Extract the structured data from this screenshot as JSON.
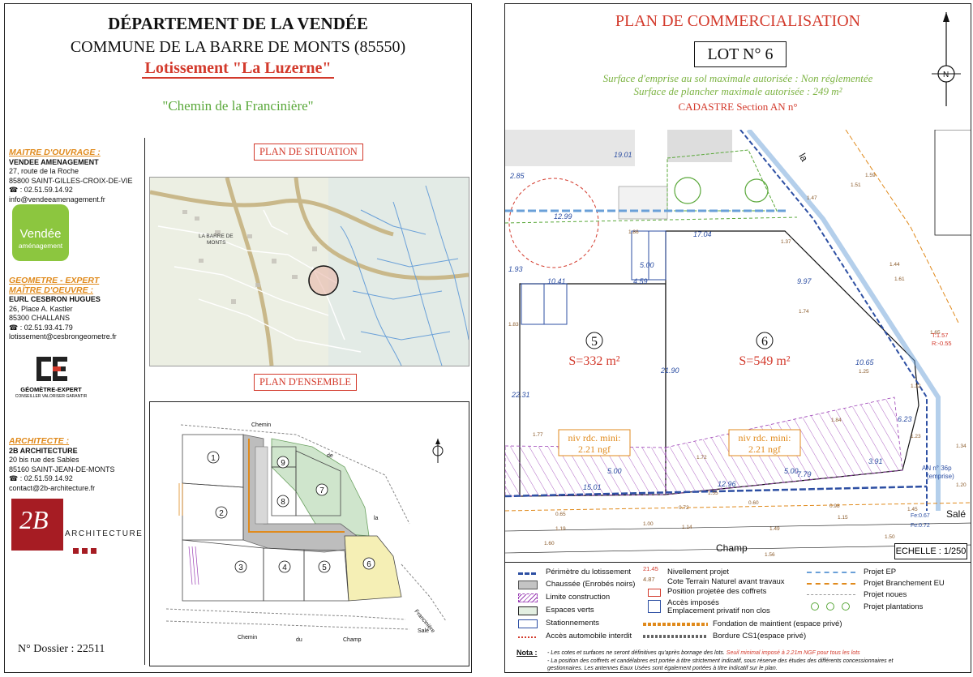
{
  "left": {
    "header": {
      "department": "DÉPARTEMENT DE LA VENDÉE",
      "commune": "COMMUNE DE LA BARRE DE MONTS (85550)",
      "lotissement": "Lotissement \"La  Luzerne\"",
      "chemin": "\"Chemin de la Francinière\""
    },
    "maitre_ouvrage": {
      "heading": "MAITRE D'OUVRAGE :",
      "name": "VENDEE AMENAGEMENT",
      "address1": "27, route de la Roche",
      "address2": "85800 SAINT-GILLES-CROIX-DE-VIE",
      "phone": ": 02.51.59.14.92",
      "email": "info@vendeeamenagement.fr",
      "logo_line1": "Vendée",
      "logo_line2": "aménagement"
    },
    "geometre": {
      "heading1": "GEOMETRE - EXPERT",
      "heading2": "MAÎTRE D'OEUVRE :",
      "name": "EURL CESBRON HUGUES",
      "address1": "26, Place A. Kastler",
      "address2": "85300 CHALLANS",
      "phone": ": 02.51.93.41.79",
      "email": "lotissement@cesbrongeometre.fr",
      "logo_line1": "GÉOMÈTRE-EXPERT",
      "logo_line2": "CONSEILLER VALORISER GARANTIR"
    },
    "architecte": {
      "heading": "ARCHITECTE  :",
      "name": "2B ARCHITECTURE",
      "address1": "20 bis rue des Sables",
      "address2": "85160 SAINT-JEAN-DE-MONTS",
      "phone": ": 02.51.59.14.92",
      "email": "contact@2b-architecture.fr",
      "logo_big": "2B",
      "logo_text": "ARCHITECTURE"
    },
    "dossier": "N° Dossier : 22511",
    "plan_situation": {
      "label": "PLAN DE SITUATION",
      "town_label_1": "LA BARRE DE",
      "town_label_2": "MONTS"
    },
    "plan_ensemble": {
      "label": "PLAN D'ENSEMBLE",
      "lots": [
        "1",
        "2",
        "3",
        "4",
        "5",
        "6",
        "7",
        "8",
        "9"
      ],
      "road_chemin": "Chemin",
      "road_de": "de",
      "road_la": "la",
      "road_francinere": "Francinière",
      "road_sale": "Salé",
      "road_chemin2": "Chemin",
      "road_du": "du",
      "road_champ": "Champ"
    }
  },
  "right": {
    "title": "PLAN DE COMMERCIALISATION",
    "lot": "LOT N° 6",
    "surface_emprise": "Surface d'emprise au sol maximale autorisée :  Non réglementée",
    "surface_plancher": "Surface de plancher maximale autorisée :  249 m²",
    "cadastre": "CADASTRE Section AN n°",
    "plan": {
      "lot5_num": "5",
      "lot5_area": "S=332 m²",
      "lot6_num": "6",
      "lot6_area": "S=549 m²",
      "niv_label": "niv rdc. mini:",
      "niv_value": "2.21 ngf",
      "dims": [
        "19.01",
        "2.85",
        "17.04",
        "5.00",
        "1.93",
        "10.41",
        "4.59",
        "9.97",
        "21.90",
        "22.31",
        "10.65",
        "15.01",
        "12.96",
        "7.79",
        "3.91",
        "6.23",
        "5.00",
        "5.00",
        "12.99"
      ],
      "road_la": "la",
      "road_champ": "Champ",
      "road_sale": "Salé",
      "an_ref": "AN n° 36p",
      "emprise": "(emprise)",
      "t_label": "T:1.57",
      "r_label": "R:-0.55",
      "fe1": "Fe:0.67",
      "fe2": "Fe:0.72",
      "spot_heights": [
        "1.86",
        "1.83",
        "1.77",
        "1.72",
        "1.55",
        "1.59",
        "1.51",
        "1.44",
        "1.61",
        "1.74",
        "1.84",
        "1.37",
        "1.32",
        "1.23",
        "1.34",
        "1.20",
        "1.65",
        "1.25",
        "1.47",
        "0.65",
        "1.19",
        "1.00",
        "0.72",
        "0.60",
        "1.14",
        "1.49",
        "0.98",
        "1.15",
        "1.50",
        "1.56",
        "1.60",
        "1.45"
      ]
    },
    "echelle": "ECHELLE : 1/250",
    "legend": {
      "perimetre": "Périmètre du lotissement",
      "chaussee": "Chaussée (Enrobés noirs)",
      "limite": "Limite construction",
      "espaces_verts": "Espaces verts",
      "stationnements": "Stationnements",
      "acces_interdit": "Accès automobile interdit",
      "niv_val": "21.45",
      "niv_projet": "Nivellement projet",
      "ctn_val": "4.87",
      "ctn": "Cote Terrain Naturel avant travaux",
      "coffrets": "Position projetée des coffrets",
      "acces_imposes": "Accès imposés",
      "emplacement": "Emplacement privatif non clos",
      "fondation": "Fondation de maintient (espace privé)",
      "bordure": "Bordure CS1(espace privé)",
      "projet_ep": "Projet EP",
      "projet_eu": "Projet Branchement EU",
      "projet_noues": "Projet noues",
      "projet_plantations": "Projet plantations",
      "nota": "Nota :",
      "note1a": "- Les cotes et surfaces ne seront définitives qu'après bornage des lots.",
      "note1b": " Seuil minimal imposé à 2.21m NGF pour tous les lots",
      "note2": "- La position des coffrets et candélabres est portée à titre strictement indicatif, sous réserve des études des différents concessionnaires et",
      "note3": "  gestionnaires. Les antennes Eaux Usées sont également portées à titre indicatif sur le plan."
    }
  },
  "colors": {
    "red": "#d33a2c",
    "orange": "#e08a1c",
    "green": "#7cb342",
    "blue": "#2d4fa3",
    "purple": "#9b3fb5"
  }
}
